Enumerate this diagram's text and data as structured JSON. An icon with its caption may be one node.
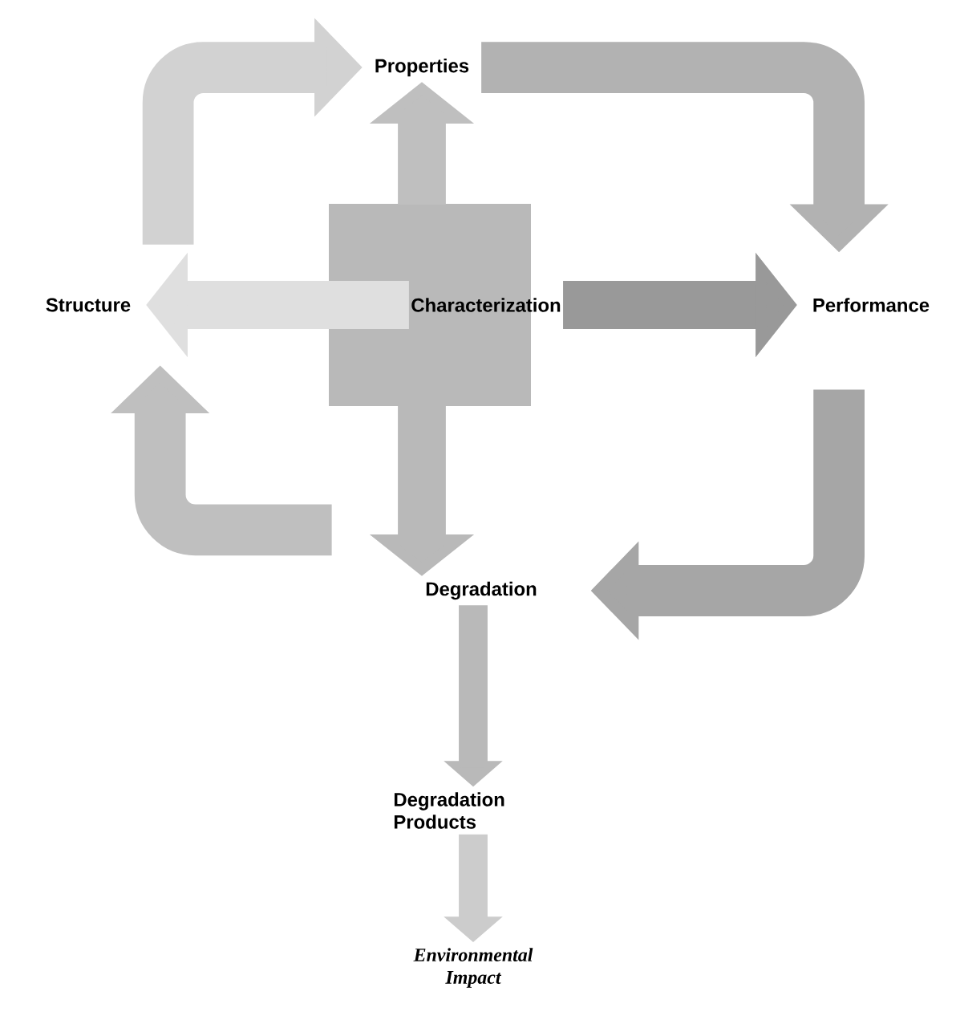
{
  "diagram": {
    "nodes": [
      {
        "text": [
          "Properties"
        ]
      },
      {
        "text": [
          "Structure"
        ]
      },
      {
        "text": [
          "Characterization"
        ]
      },
      {
        "text": [
          "Performance"
        ]
      },
      {
        "text": [
          "Degradation"
        ]
      },
      {
        "text": [
          "Degradation Products"
        ]
      },
      {
        "text": [
          "Environmental Impact"
        ]
      }
    ],
    "edges": [
      {
        "from": 1,
        "to": 0,
        "arrow": "to"
      },
      {
        "from": 0,
        "to": 3,
        "arrow": "to"
      },
      {
        "from": 3,
        "to": 4,
        "arrow": "to"
      },
      {
        "from": 4,
        "to": 1,
        "arrow": "to"
      },
      {
        "from": 2,
        "to": 0,
        "arrow": "to"
      },
      {
        "from": 2,
        "to": 1,
        "arrow": "to"
      },
      {
        "from": 2,
        "to": 3,
        "arrow": "to"
      },
      {
        "from": 2,
        "to": 4,
        "arrow": "to"
      },
      {
        "from": 4,
        "to": 5,
        "arrow": "to"
      },
      {
        "from": 5,
        "to": 6,
        "arrow": "to"
      }
    ]
  }
}
